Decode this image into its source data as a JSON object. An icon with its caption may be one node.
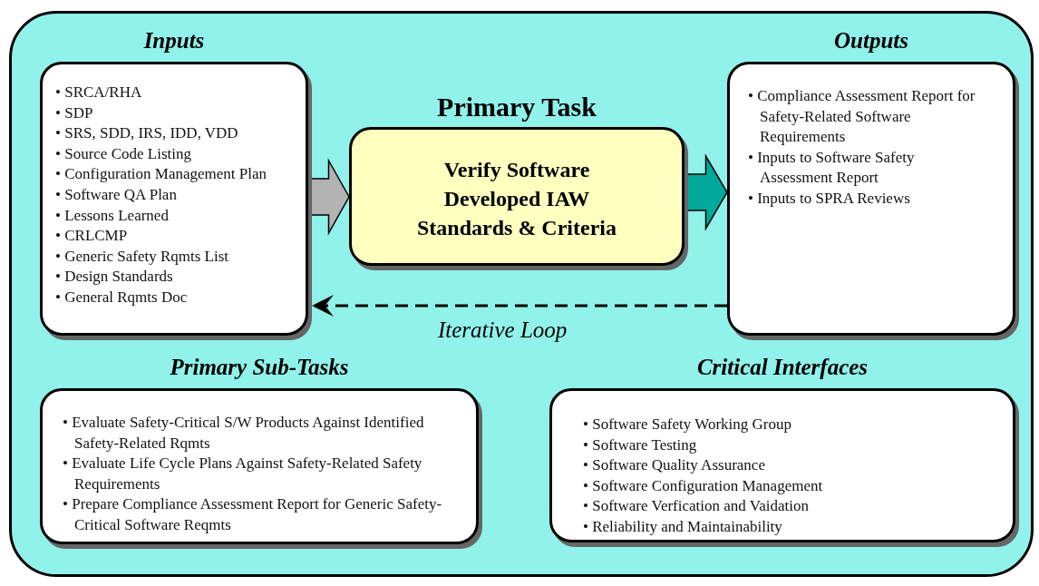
{
  "diagram": {
    "nodes": [
      {
        "text": [
          "Inputs",
          "• SRCA/RHA",
          "• SDP",
          "• SRS, SDD, IRS, IDD, VDD",
          "• Source Code Listing",
          "• Configuration Management Plan",
          "• Software QA Plan",
          "• Lessons Learned",
          "• CRLCMP",
          "• Generic Safety Rqmts List",
          "• Design Standards",
          "• General Rqmts Doc"
        ]
      },
      {
        "text": [
          "Primary Task",
          "Verify Software Developed IAW Standards & Criteria"
        ]
      },
      {
        "text": [
          "Outputs",
          "• Compliance Assessment Report for Safety-Related Software Requirements",
          "• Inputs to Software Safety Assessment Report",
          "• Inputs to SPRA Reviews"
        ]
      },
      {
        "text": [
          "Primary Sub-Tasks",
          "• Evaluate Safety-Critical S/W Products Against Identified Safety-Related Rqmts",
          "• Evaluate Life Cycle Plans Against Safety-Related Safety Requirements",
          "• Prepare Compliance Assessment Report for Generic Safety-Critical Software Reqmts"
        ]
      },
      {
        "text": [
          "Critical Interfaces",
          "• Software Safety Working Group",
          "• Software Testing",
          "• Software Quality Assurance",
          "• Software Configuration Management",
          "• Software Verfication and Vaidation",
          "• Reliability and Maintainability"
        ]
      }
    ],
    "edges": [
      {
        "from": 0,
        "to": 1,
        "arrow": "to",
        "style": "thick",
        "color": "#b3b3b3"
      },
      {
        "from": 1,
        "to": 2,
        "arrow": "to",
        "style": "thick",
        "color": "#00a99a"
      },
      {
        "from": 2,
        "to": 0,
        "arrow": "to",
        "style": "dashed",
        "label": "Iterative Loop"
      }
    ]
  }
}
